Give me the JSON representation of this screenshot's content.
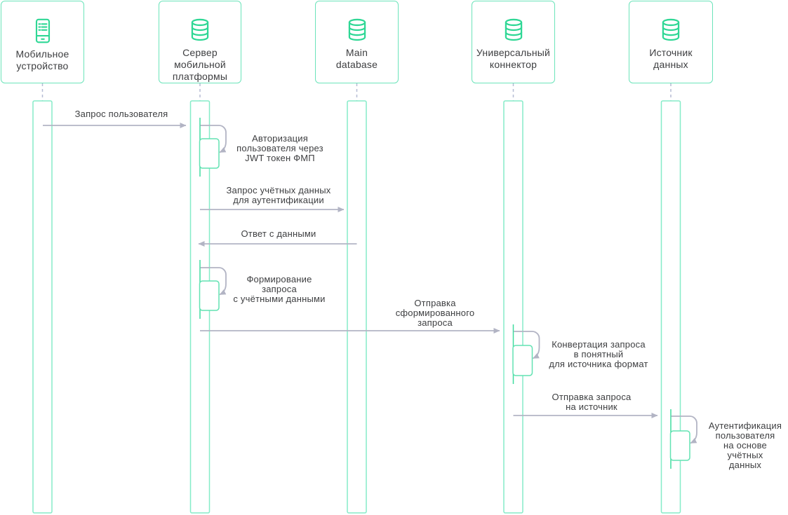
{
  "diagram_type": "uml-sequence-diagram",
  "colors": {
    "accent_green": "#2fd795",
    "box_border": "#6ce4ba",
    "bar_border": "#85ecc8",
    "subbar_border": "#62e2b2",
    "lifeline_solid": "#3fdc9f",
    "lifeline_dash": "#b6bcd4",
    "arrow": "#b2b4c4",
    "text": "#3d3e40"
  },
  "actors": [
    {
      "name": "Мобильное\nустройство",
      "icon": "mobile-device-icon"
    },
    {
      "name": "Сервер\nмобильной\nплатформы",
      "icon": "database-icon"
    },
    {
      "name": "Main\ndatabase",
      "icon": "database-icon"
    },
    {
      "name": "Универсальный\nконнектор",
      "icon": "database-icon"
    },
    {
      "name": "Источник\nданных",
      "icon": "database-icon"
    }
  ],
  "messages": [
    {
      "label": "Запрос пользователя",
      "from": "Мобильное устройство",
      "to": "Сервер мобильной платформы",
      "kind": "message"
    },
    {
      "label": "Авторизация\nпользователя через\nJWT токен ФМП",
      "from": "Сервер мобильной платформы",
      "to": "Сервер мобильной платформы",
      "kind": "self-message"
    },
    {
      "label": "Запрос учётных данных\nдля аутентификации",
      "from": "Сервер мобильной платформы",
      "to": "Main database",
      "kind": "message"
    },
    {
      "label": "Ответ с данными",
      "from": "Main database",
      "to": "Сервер мобильной платформы",
      "kind": "message"
    },
    {
      "label": "Формирование\nзапроса\nс учётными данными",
      "from": "Сервер мобильной платформы",
      "to": "Сервер мобильной платформы",
      "kind": "self-message"
    },
    {
      "label": "Отправка\nсформированного\nзапроса",
      "from": "Сервер мобильной платформы",
      "to": "Универсальный коннектор",
      "kind": "message"
    },
    {
      "label": "Конвертация запроса\nв понятный\nдля источника формат",
      "from": "Универсальный коннектор",
      "to": "Универсальный коннектор",
      "kind": "self-message"
    },
    {
      "label": "Отправка запроса\nна источник",
      "from": "Универсальный коннектор",
      "to": "Источник данных",
      "kind": "message"
    },
    {
      "label": "Аутентификация\nпользователя\nна основе учётных\nданных",
      "from": "Источник данных",
      "to": "Источник данных",
      "kind": "self-message"
    }
  ]
}
